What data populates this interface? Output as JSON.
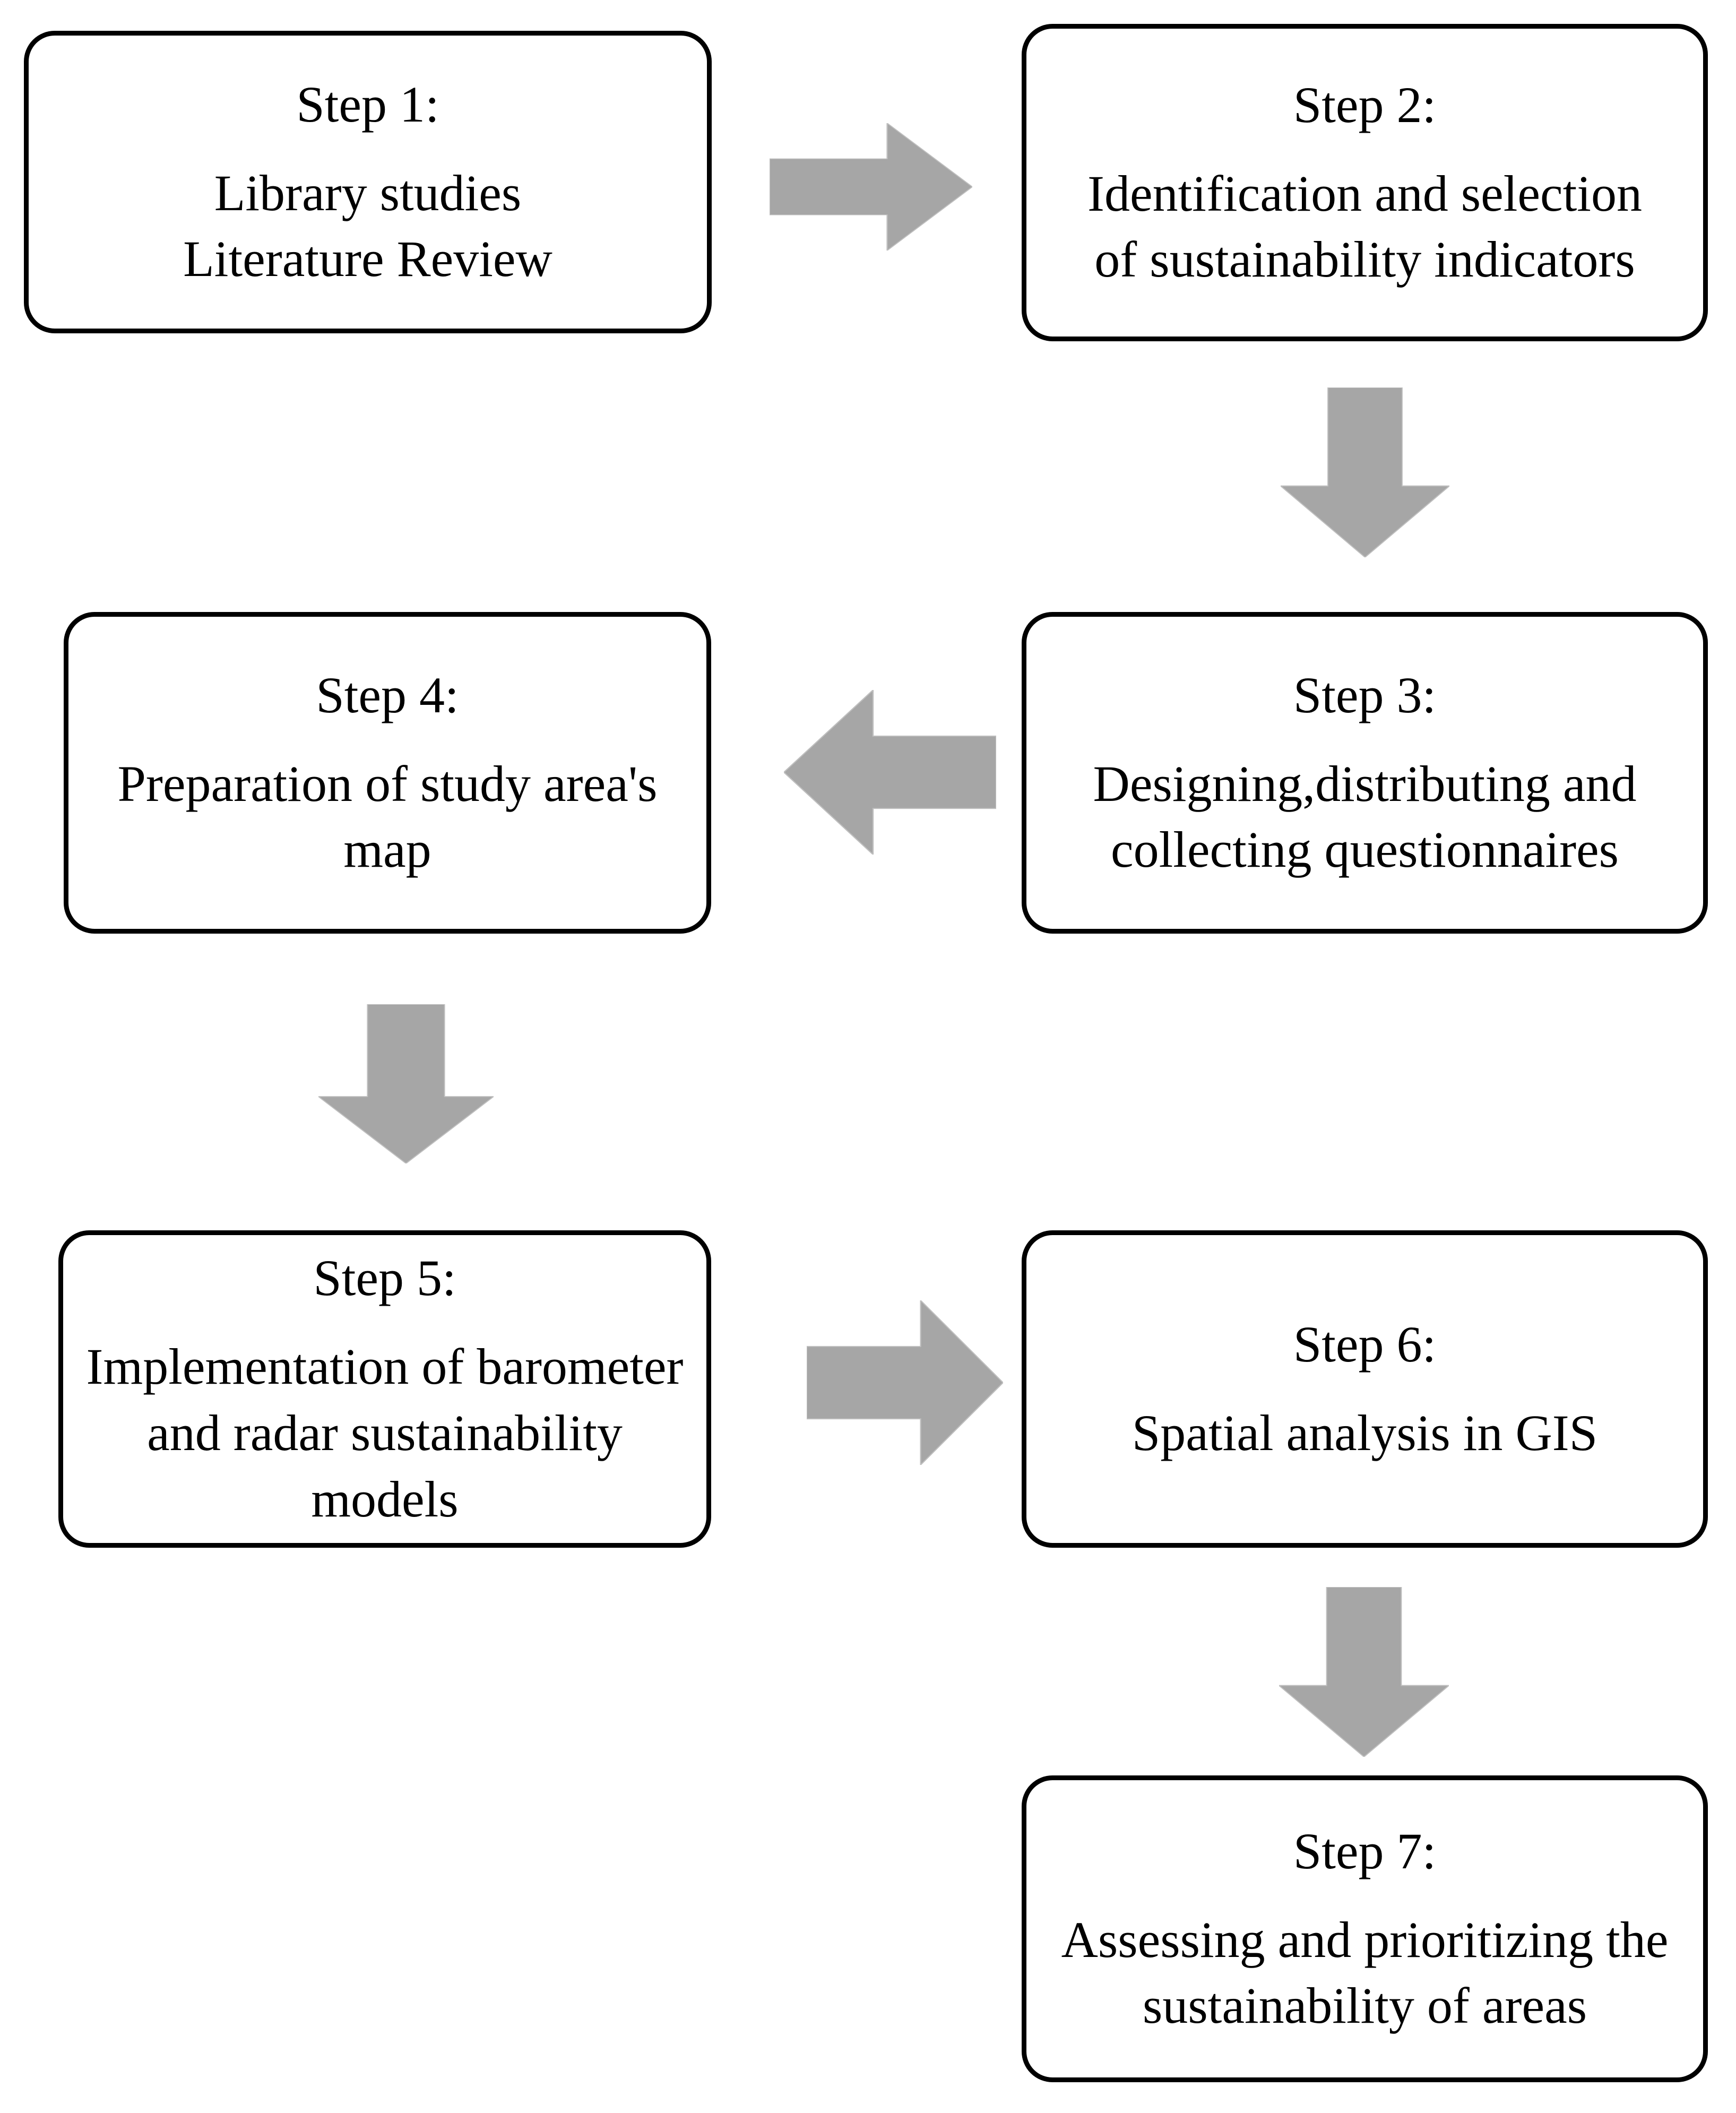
{
  "diagram": {
    "type": "flowchart",
    "orientation": "serpentine-two-column",
    "box_fill": "#FFFFFF",
    "box_border_color": "#000000",
    "arrow_fill": "#A6A6A6",
    "text_color": "#000000",
    "steps": [
      {
        "id": "step1",
        "title": "Step 1:",
        "lines": [
          "Library studies",
          "Literature Review"
        ]
      },
      {
        "id": "step2",
        "title": "Step 2:",
        "lines": [
          "Identification and selection",
          "of sustainability indicators"
        ]
      },
      {
        "id": "step3",
        "title": "Step 3:",
        "lines": [
          "Designing,distributing and",
          "collecting questionnaires"
        ]
      },
      {
        "id": "step4",
        "title": "Step 4:",
        "lines": [
          "Preparation of study area's",
          "map"
        ]
      },
      {
        "id": "step5",
        "title": "Step 5:",
        "lines": [
          "Implementation of barometer",
          "and radar sustainability",
          "models"
        ]
      },
      {
        "id": "step6",
        "title": "Step 6:",
        "lines": [
          "Spatial analysis in GIS"
        ]
      },
      {
        "id": "step7",
        "title": "Step 7:",
        "lines": [
          "Assessing and prioritizing the",
          "sustainability of areas"
        ]
      }
    ],
    "arrows": [
      {
        "id": "arrow-1-2",
        "from": "step1",
        "to": "step2",
        "direction": "right"
      },
      {
        "id": "arrow-2-3",
        "from": "step2",
        "to": "step3",
        "direction": "down"
      },
      {
        "id": "arrow-3-4",
        "from": "step3",
        "to": "step4",
        "direction": "left"
      },
      {
        "id": "arrow-4-5",
        "from": "step4",
        "to": "step5",
        "direction": "down"
      },
      {
        "id": "arrow-5-6",
        "from": "step5",
        "to": "step6",
        "direction": "right"
      },
      {
        "id": "arrow-6-7",
        "from": "step6",
        "to": "step7",
        "direction": "down"
      }
    ]
  }
}
